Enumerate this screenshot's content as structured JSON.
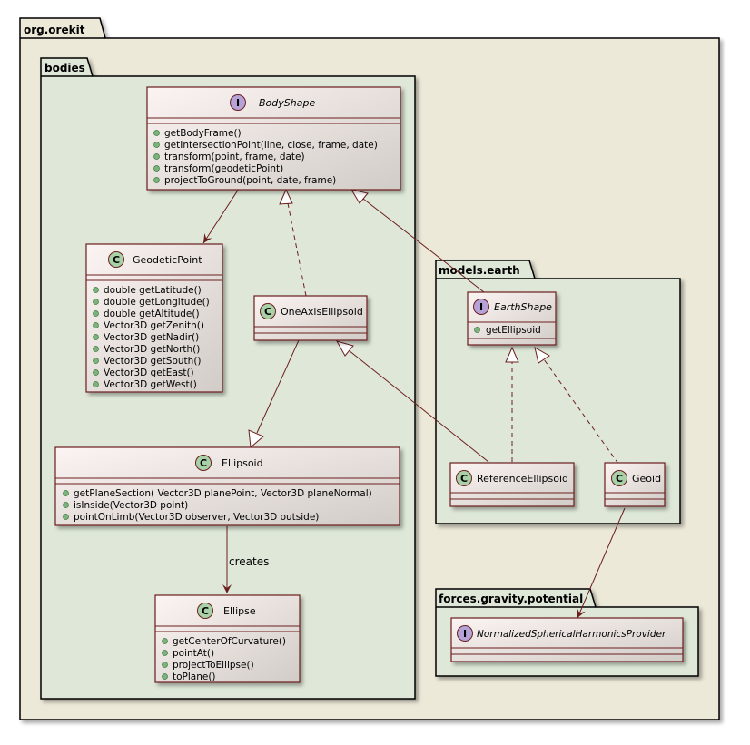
{
  "colors": {
    "outer_package_fill": "#ECE9D8",
    "inner_package_fill": "#DFE8D8",
    "class_border": "#6B1F1F",
    "class_stereotype_fill": "#A9D1A8",
    "interface_stereotype_fill": "#B5A2D6",
    "method_marker_fill": "#7CB27C",
    "edge_color": "#6B1F1F"
  },
  "packages": {
    "root": "org.orekit",
    "bodies": "bodies",
    "models_earth": "models.earth",
    "forces_gravity_potential": "forces.gravity.potential"
  },
  "classes": {
    "body_shape": {
      "kind": "I",
      "name": "BodyShape",
      "members": [
        "getBodyFrame()",
        "getIntersectionPoint(line, close, frame, date)",
        "transform(point, frame, date)",
        "transform(geodeticPoint)",
        "projectToGround(point, date, frame)"
      ]
    },
    "geodetic_point": {
      "kind": "C",
      "name": "GeodeticPoint",
      "members": [
        "double getLatitude()",
        "double getLongitude()",
        "double getAltitude()",
        "Vector3D getZenith()",
        "Vector3D getNadir()",
        "Vector3D getNorth()",
        "Vector3D getSouth()",
        "Vector3D getEast()",
        "Vector3D getWest()"
      ]
    },
    "one_axis_ellipsoid": {
      "kind": "C",
      "name": "OneAxisEllipsoid",
      "members": []
    },
    "ellipsoid": {
      "kind": "C",
      "name": "Ellipsoid",
      "members": [
        "getPlaneSection( Vector3D planePoint, Vector3D planeNormal)",
        "isInside(Vector3D point)",
        "pointOnLimb(Vector3D observer, Vector3D outside)"
      ]
    },
    "ellipse": {
      "kind": "C",
      "name": "Ellipse",
      "members": [
        "getCenterOfCurvature()",
        "pointAt()",
        "projectToEllipse()",
        "toPlane()"
      ]
    },
    "earth_shape": {
      "kind": "I",
      "name": "EarthShape",
      "members": [
        "getEllipsoid"
      ]
    },
    "reference_ellipsoid": {
      "kind": "C",
      "name": "ReferenceEllipsoid",
      "members": []
    },
    "geoid": {
      "kind": "C",
      "name": "Geoid",
      "members": []
    },
    "normalized_sh_provider": {
      "kind": "I",
      "name": "NormalizedSphericalHarmonicsProvider",
      "members": []
    }
  },
  "edges": {
    "ellipsoid_to_ellipse_label": "creates"
  }
}
